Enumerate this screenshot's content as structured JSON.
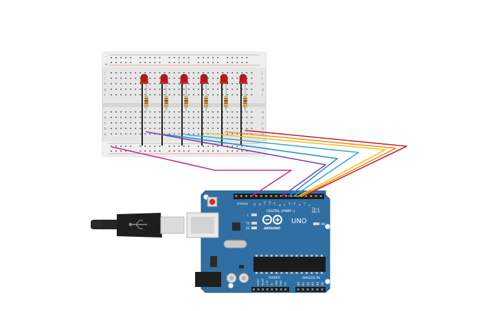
{
  "colors": {
    "canvas": "#ffffff",
    "breadboard": "#e4e4e4",
    "board": "#2f6fa3",
    "led": "#b3191b",
    "rail_red": "#d9423a",
    "wires": [
      "#c41f2a",
      "#f08a24",
      "#f2c21b",
      "#39a9d9",
      "#1f8ed1",
      "#7a3fa0",
      "#c52b8c"
    ]
  },
  "breadboard": {
    "rows_top": [
      "j",
      "i",
      "h",
      "g",
      "f"
    ],
    "rows_bottom": [
      "e",
      "d",
      "c",
      "b",
      "a"
    ],
    "rail_plus": "+",
    "rail_minus": "-",
    "led_count": 6
  },
  "arduino": {
    "model": "UNO",
    "brand": "ARDUINO",
    "header_digital": "DIGITAL (PWM~)",
    "header_power": "POWER",
    "header_analog": "ANALOG IN",
    "label_aref": "AREF",
    "label_gnd": "GND",
    "label_l": "L",
    "label_tx": "TX",
    "label_rx": "RX",
    "label_on": "ON",
    "label_txd": "TX→1",
    "label_rxd": "RX←0",
    "digital_pins": [
      "13",
      "12",
      "~11",
      "~10",
      "~9",
      "8",
      "7",
      "~6",
      "~5",
      "4",
      "~3",
      "2"
    ],
    "power_pins": [
      "IOREF",
      "RESET",
      "3.3V",
      "5V",
      "GND",
      "GND",
      "Vin"
    ],
    "analog_pins": [
      "A0",
      "A1",
      "A2",
      "A3",
      "A4",
      "A5"
    ]
  },
  "usb_cable": {
    "icon": "usb-icon"
  }
}
